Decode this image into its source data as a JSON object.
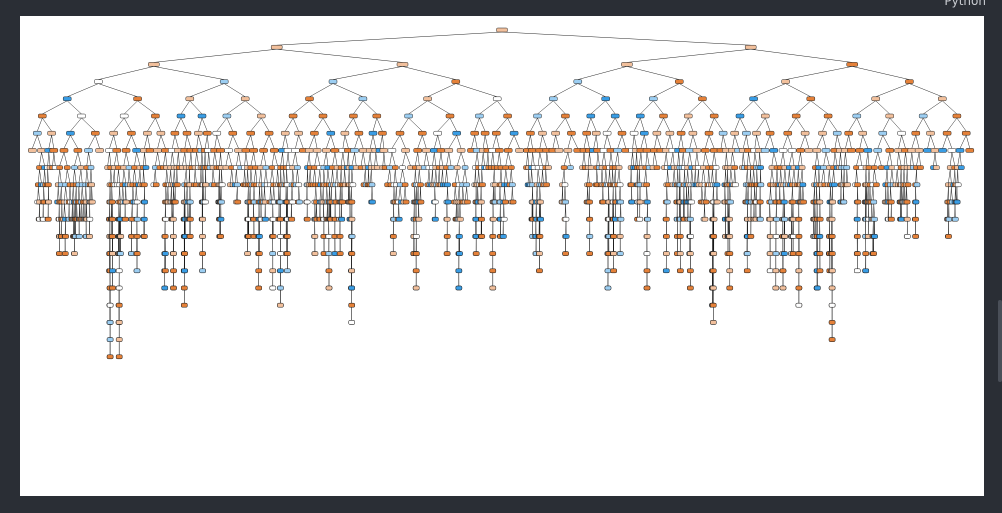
{
  "header": {
    "corner_label": "Python"
  },
  "figure": {
    "type": "decision-tree-plot",
    "node_colors": {
      "class_a_dark": "#e58139",
      "class_a_light": "#f2c09c",
      "class_b_dark": "#399de5",
      "class_b_light": "#9ccef2",
      "neutral": "#ffffff",
      "edge": "#000000"
    },
    "visible_depth_levels": 27
  }
}
